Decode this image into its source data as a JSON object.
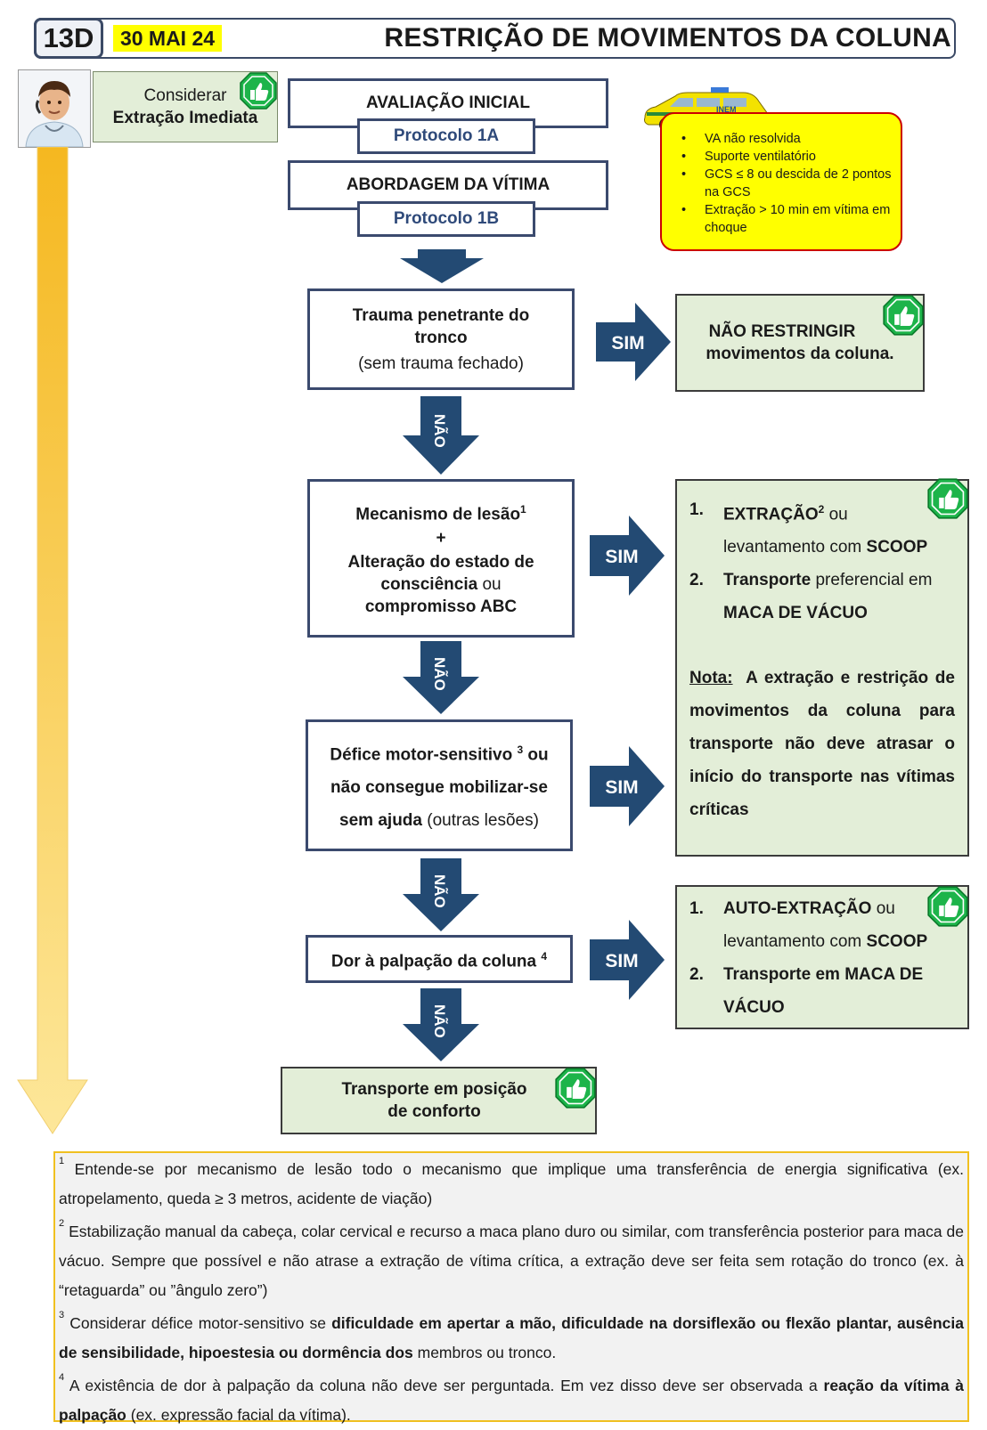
{
  "header": {
    "code": "13D",
    "date": "30 MAI 24",
    "title": "RESTRIÇÃO DE MOVIMENTOS DA COLUNA"
  },
  "consider": {
    "line1": "Considerar",
    "line2": "Extração Imediata"
  },
  "protocols": [
    {
      "title": "AVALIAÇÃO INICIAL",
      "protocol": "Protocolo 1A"
    },
    {
      "title": "ABORDAGEM DA VÍTIMA",
      "protocol": "Protocolo 1B"
    }
  ],
  "ambulance": {
    "brand": "INEM",
    "items": [
      "VA não resolvida",
      "Suporte ventilatório",
      "GCS ≤ 8 ou descida de 2 pontos na GCS",
      "Extração > 10 min em vítima em choque"
    ]
  },
  "flow": {
    "yes_label": "SIM",
    "no_label": "NÃO",
    "q1": {
      "bold": "Trauma penetrante do tronco",
      "normal": "(sem trauma fechado)"
    },
    "q2": {
      "line1": "Mecanismo de lesão",
      "sup1": "1",
      "plus": "+",
      "line2": "Alteração do estado de",
      "line3a": "consciência",
      "line3b": " ou",
      "line4": "compromisso ABC"
    },
    "q3": {
      "line1": "Défice motor-sensitivo",
      "sup": "3",
      "line1b": " ou",
      "line2": "não consegue mobilizar-se",
      "line3a": "sem ajuda",
      "line3b": " (outras lesões)"
    },
    "q4": {
      "text": "Dor à palpação da coluna",
      "sup": "4"
    },
    "end": {
      "line1": "Transporte em posição",
      "line2": "de conforto"
    }
  },
  "outcomes": {
    "o1": {
      "line1": "NÃO RESTRINGIR",
      "line2": "movimentos da coluna."
    },
    "o2": {
      "n1": "1.",
      "i1a": "EXTRAÇÃO",
      "i1sup": "2",
      "i1b": " ou",
      "i1c": "levantamento com ",
      "i1d": "SCOOP",
      "n2": "2.",
      "i2a": "Transporte",
      "i2b": " preferencial em",
      "i2c": "MACA DE VÁCUO",
      "note_label": "Nota:",
      "note_text": "A extração e restrição de movimentos da coluna para transporte não deve atrasar o início do transporte nas vítimas críticas"
    },
    "o3": {
      "n1": "1.",
      "i1a": "AUTO-EXTRAÇÃO",
      "i1b": " ou",
      "i1c": "levantamento com ",
      "i1d": "SCOOP",
      "n2": "2.",
      "i2a": "Transporte em MACA DE",
      "i2b": "VÁCUO"
    }
  },
  "footnotes": {
    "f1": {
      "sup": "1",
      "text": " Entende-se por mecanismo de lesão todo o mecanismo que implique uma transferência de energia significativa (ex. atropelamento, queda ≥ 3 metros, acidente de viação)"
    },
    "f2": {
      "sup": "2",
      "text": " Estabilização manual da cabeça, colar cervical e recurso a maca plano duro ou similar, com transferência posterior para maca de vácuo. Sempre que possível e não atrase a extração de vítima crítica, a extração deve ser feita sem rotação do tronco (ex. à “retaguarda” ou ”ângulo zero”)"
    },
    "f3": {
      "sup": "3",
      "a": " Considerar défice motor-sensitivo se ",
      "b": "dificuldade em apertar a mão, dificuldade na dorsiflexão ou flexão plantar, ausência de sensibilidade, hipoestesia ou dormência  dos",
      "c": " membros ou tronco."
    },
    "f4": {
      "sup": "4",
      "a": " A existência de dor à palpação da coluna não deve ser perguntada. Em vez disso deve ser observada a ",
      "b": "reação da vítima à palpação",
      "c": " (ex. expressão facial da vítima)."
    }
  },
  "colors": {
    "navy": "#234a73",
    "green_box": "#e3eed8",
    "yellow": "#ffff00",
    "thumb_green": "#1db44a"
  }
}
